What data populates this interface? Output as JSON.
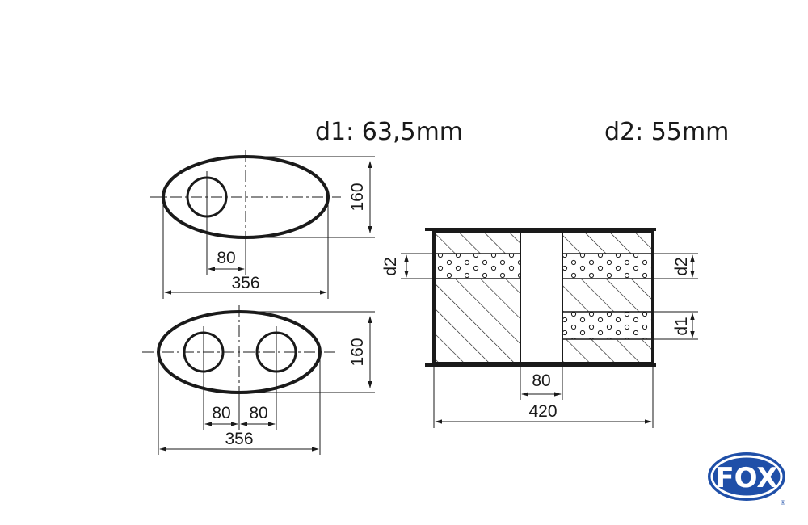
{
  "specs": {
    "d1": "d1: 63,5mm",
    "d2": "d2: 55mm"
  },
  "single_outlet_view": {
    "height": "160",
    "offset": "80",
    "width": "356"
  },
  "double_outlet_view": {
    "height": "160",
    "offset_left": "80",
    "offset_right": "80",
    "width": "356"
  },
  "side_view": {
    "label_d2_left": "d2",
    "label_d2_right": "d2",
    "label_d1_right": "d1",
    "core_width": "80",
    "total_length": "420"
  },
  "logo": {
    "text": "FOX",
    "reg_mark": "®",
    "color": "#1f4fa8"
  },
  "colors": {
    "ink": "#1a1a1a",
    "background": "#ffffff"
  }
}
